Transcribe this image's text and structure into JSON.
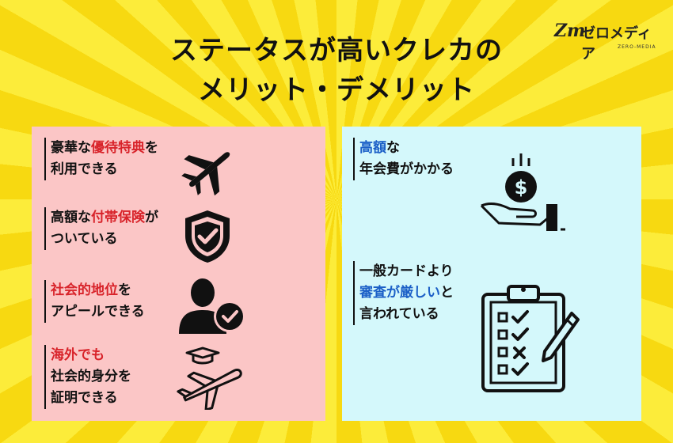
{
  "title": {
    "line1": "ステータスが高いクレカの",
    "line2": "メリット・デメリット"
  },
  "logo": {
    "mark": "Zm",
    "text": "ゼロメディア",
    "sub": "ZERO-MEDIA"
  },
  "merits": [
    {
      "pre": "豪華な",
      "hl": "優待特典",
      "post": "を",
      "line2": "利用できる",
      "icon": "airplane-icon"
    },
    {
      "pre": "高額な",
      "hl": "付帯保険",
      "post": "が",
      "line2": "ついている",
      "icon": "shield-check-icon"
    },
    {
      "pre": "",
      "hl": "社会的地位",
      "post": "を",
      "line2": "アピールできる",
      "icon": "person-check-icon"
    },
    {
      "pre": "",
      "hl": "海外でも",
      "post": "",
      "line2": "社会的身分を",
      "line3": "証明できる",
      "icon": "graduation-plane-icon"
    }
  ],
  "demerits": [
    {
      "hl": "高額",
      "post": "な",
      "line2": "年会費がかかる",
      "icon": "hand-dollar-icon"
    },
    {
      "line1": "一般カードより",
      "hl": "審査が厳しい",
      "post": "と",
      "line3": "言われている",
      "icon": "checklist-icon"
    }
  ],
  "colors": {
    "background": "#fbe21a",
    "merit_panel": "#fbc6c6",
    "demerit_panel": "#d4f8fb",
    "merit_accent": "#d8232a",
    "demerit_accent": "#1b5fc7"
  }
}
